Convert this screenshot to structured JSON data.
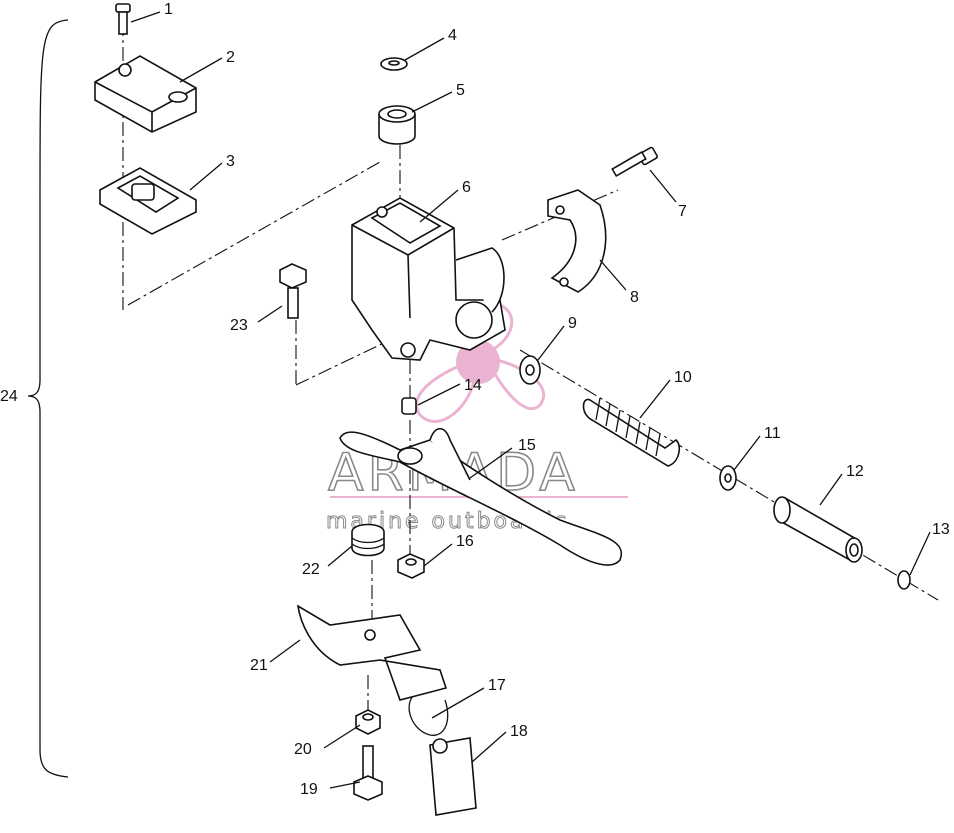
{
  "watermark": {
    "brand": "ARMADA",
    "tagline": "marine outboards",
    "accent_color": "#e59ac4",
    "text_color": "#8a8a8a"
  },
  "callouts": [
    "1",
    "2",
    "3",
    "4",
    "5",
    "6",
    "7",
    "8",
    "9",
    "10",
    "11",
    "12",
    "13",
    "14",
    "15",
    "16",
    "17",
    "18",
    "19",
    "20",
    "21",
    "22",
    "23",
    "24"
  ]
}
